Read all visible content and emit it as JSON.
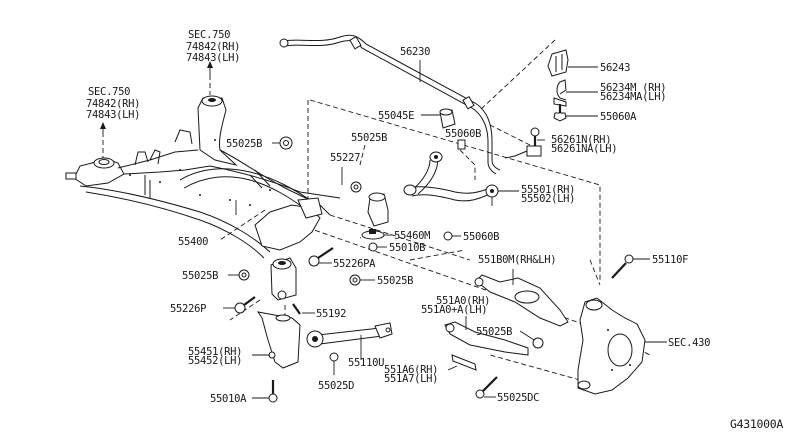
{
  "diagram": {
    "title": "Rear Suspension Member & Links",
    "figure_code": "G431000A",
    "labels": {
      "sec750_top": {
        "sec": "SEC.750",
        "rh": "74842(RH)",
        "lh": "74843(LH)"
      },
      "sec750_left": {
        "sec": "SEC.750",
        "rh": "74842(RH)",
        "lh": "74843(LH)"
      },
      "stabilizer_bar": "56230",
      "stabilizer_bushing": "56243",
      "bushing_clamp": {
        "rh": "56234M (RH)",
        "lh": "56234MA(LH)"
      },
      "clamp_bolt": "55060A",
      "connecting_rod": {
        "rh": "56261N(RH)",
        "lh": "56261NA(LH)"
      },
      "bushing_upper": "55045E",
      "nut_upper_b": "55025B",
      "nut_55060b_upper": "55060B",
      "nut_55025b_member": "55025B",
      "washer_55227": "55227",
      "upper_link": {
        "rh": "55501(RH)",
        "lh": "55502(LH)"
      },
      "member": "55400",
      "stopper_55460m": "55460M",
      "nut_55010b": "55010B",
      "nut_55060b_lower": "55060B",
      "bolt_55226pa": "55226PA",
      "nut_55025b_mid": "55025B",
      "nut_55025b_left": "55025B",
      "bolt_55226p": "55226P",
      "pin_55192": "55192",
      "bracket": {
        "rh": "55451(RH)",
        "lh": "55452(LH)"
      },
      "bolt_55010a": "55010A",
      "toe_link": "55110U",
      "nut_55025d": "55025D",
      "lower_arm": "551B0M(RH&LH)",
      "bolt_55110f": "55110F",
      "lower_link": {
        "rh": "551A0(RH)",
        "lh": "551A0+A(LH)"
      },
      "nut_55025b_lower": "55025B",
      "cover": {
        "rh": "551A6(RH)",
        "lh": "551A7(LH)"
      },
      "bolt_55025dc": "55025DC",
      "knuckle": "SEC.430"
    }
  }
}
